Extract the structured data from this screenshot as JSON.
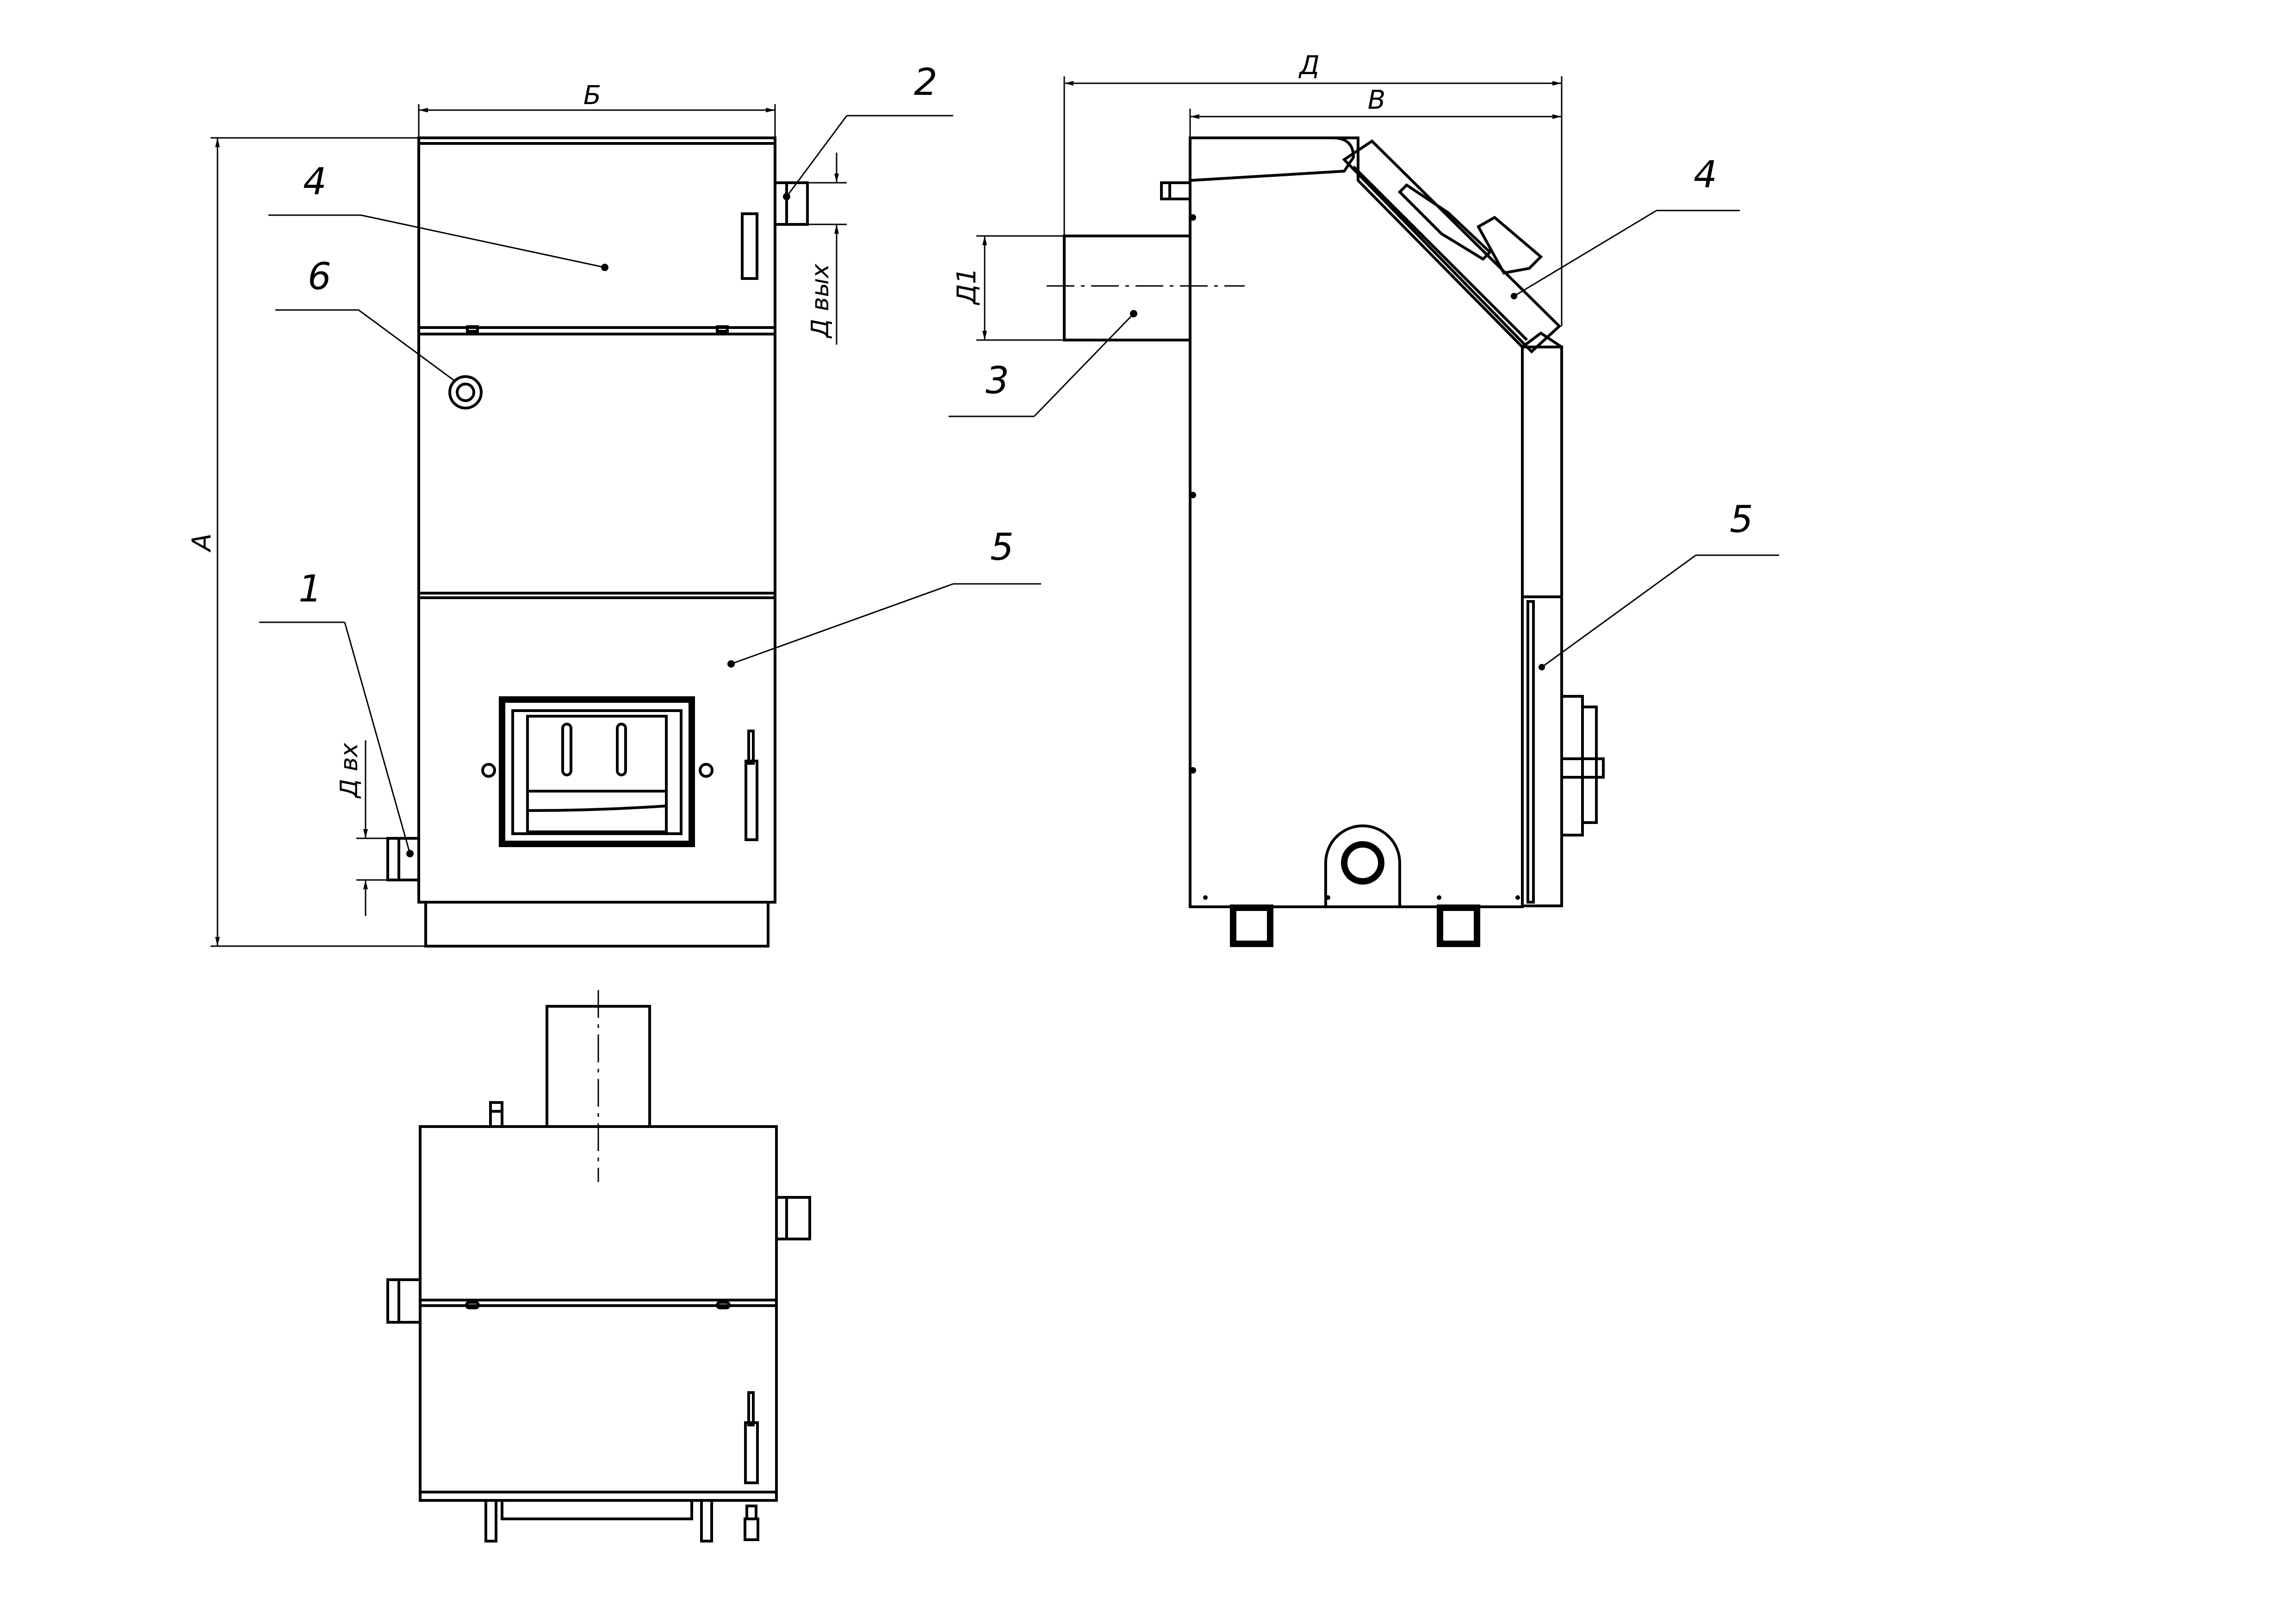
{
  "drawing": {
    "dimensions": {
      "overall_height": "А",
      "width": "Б",
      "depth_body": "В",
      "depth_total": "Д",
      "flue_diameter": "Д1",
      "outlet_diameter": "Д вых",
      "inlet_diameter": "Д вх"
    },
    "callouts": {
      "front_inlet": "1",
      "front_outlet": "2",
      "front_upper_door": "4",
      "front_sensor": "6",
      "front_lower_door": "5",
      "side_flue": "3",
      "side_upper_door": "4",
      "side_lower_door": "5"
    }
  }
}
